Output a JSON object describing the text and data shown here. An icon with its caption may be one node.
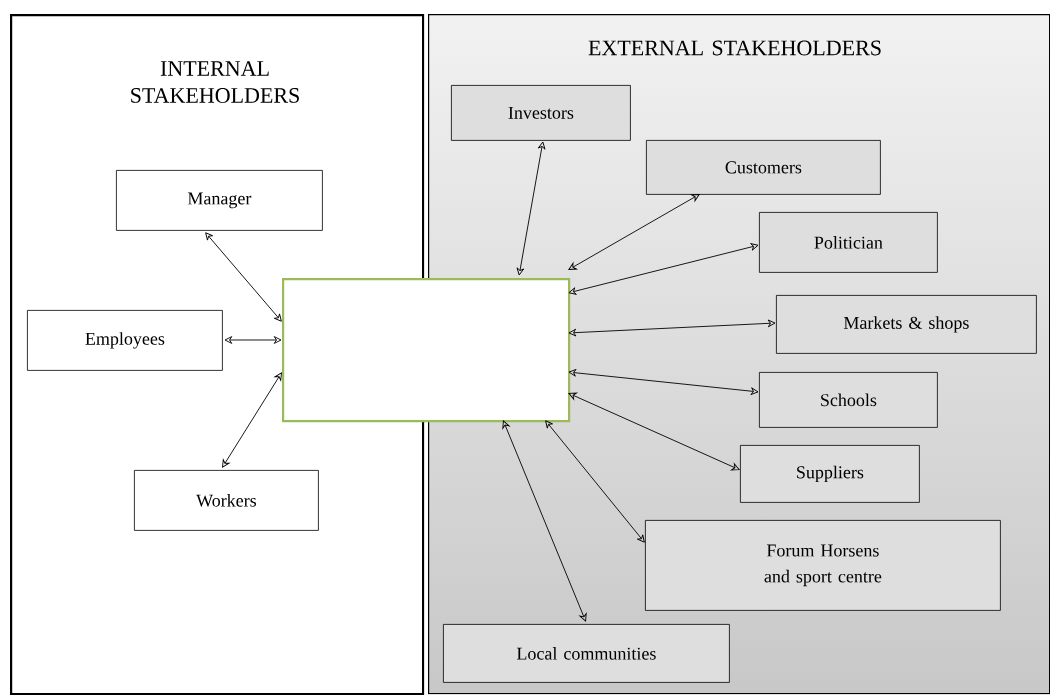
{
  "diagram": {
    "nodes": [
      {
        "text": [
          "INTERNAL STAKEHOLDERS"
        ]
      },
      {
        "text": [
          "EXTERNAL STAKEHOLDERS"
        ]
      },
      {
        "text": [
          "Manager"
        ],
        "in": 0
      },
      {
        "text": [
          "Employees"
        ],
        "in": 0
      },
      {
        "text": [
          "Workers"
        ],
        "in": 0
      },
      {
        "text": [],
        "shape": "box"
      },
      {
        "text": [
          "Investors"
        ],
        "in": 1
      },
      {
        "text": [
          "Customers"
        ],
        "in": 1
      },
      {
        "text": [
          "Politician"
        ],
        "in": 1
      },
      {
        "text": [
          "Markets & shops"
        ],
        "in": 1
      },
      {
        "text": [
          "Schools"
        ],
        "in": 1
      },
      {
        "text": [
          "Suppliers"
        ],
        "in": 1
      },
      {
        "text": [
          "Forum Horsens and sport centre"
        ],
        "in": 1
      },
      {
        "text": [
          "Local communities"
        ],
        "in": 1
      }
    ],
    "edges": [
      {
        "from": 5,
        "to": 2,
        "arrow": "both"
      },
      {
        "from": 5,
        "to": 3,
        "arrow": "both"
      },
      {
        "from": 5,
        "to": 4,
        "arrow": "both"
      },
      {
        "from": 5,
        "to": 6,
        "arrow": "both"
      },
      {
        "from": 5,
        "to": 7,
        "arrow": "both"
      },
      {
        "from": 5,
        "to": 8,
        "arrow": "both"
      },
      {
        "from": 5,
        "to": 9,
        "arrow": "both"
      },
      {
        "from": 5,
        "to": 10,
        "arrow": "both"
      },
      {
        "from": 5,
        "to": 11,
        "arrow": "both"
      },
      {
        "from": 5,
        "to": 12,
        "arrow": "both"
      },
      {
        "from": 5,
        "to": 13,
        "arrow": "both"
      }
    ]
  }
}
